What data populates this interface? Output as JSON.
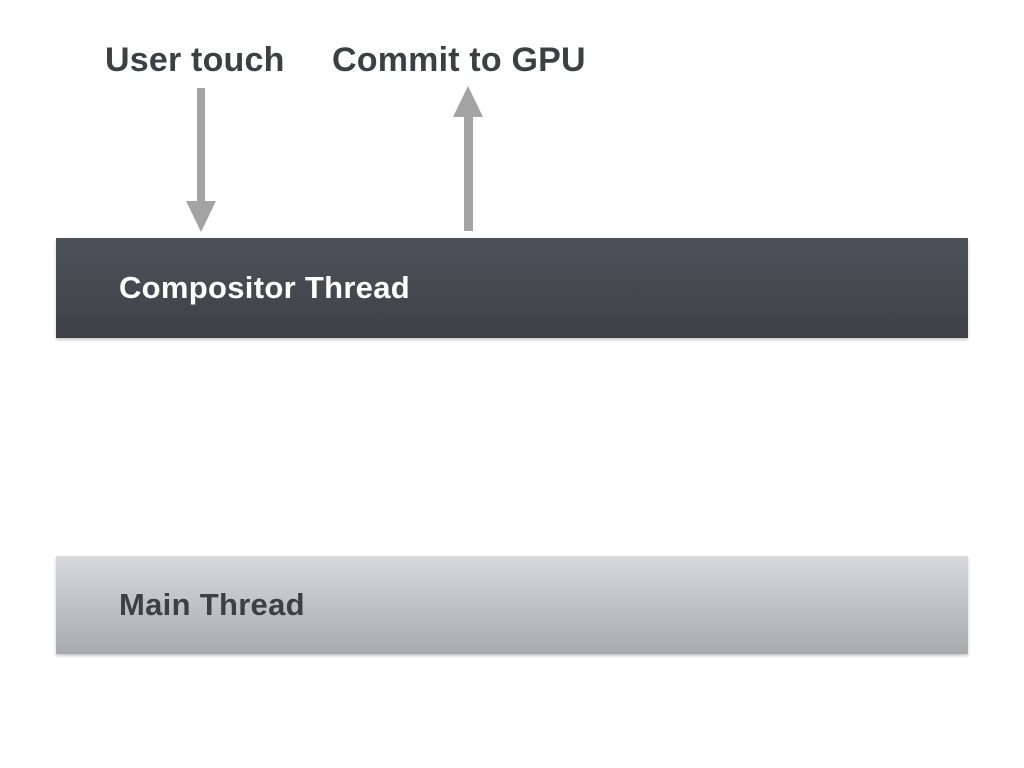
{
  "annotations": {
    "user_touch": {
      "label": "User touch"
    },
    "commit_to_gpu": {
      "label": "Commit to GPU"
    }
  },
  "threads": {
    "compositor": {
      "label": "Compositor Thread"
    },
    "main": {
      "label": "Main Thread"
    }
  },
  "icons": {
    "down_arrow": "down-arrow-icon",
    "up_arrow": "up-arrow-icon"
  },
  "colors": {
    "background": "#ffffff",
    "annotation_text": "#3c4043",
    "arrow": "#a3a3a3",
    "compositor_bar_top": "#4d515a",
    "compositor_bar_bottom": "#3e4246",
    "compositor_text": "#ffffff",
    "main_bar_top": "#d7d9da",
    "main_bar_bottom": "#a8abac",
    "main_text": "#3d4043"
  }
}
